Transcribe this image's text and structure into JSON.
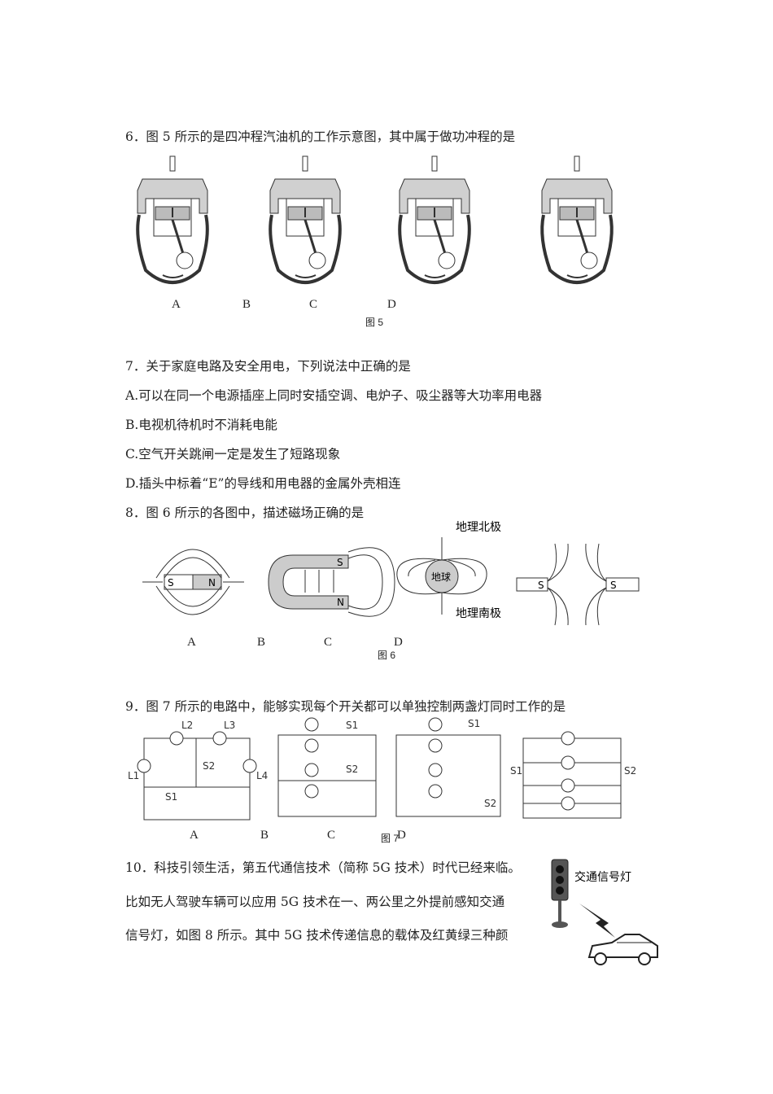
{
  "q6": {
    "stem": "6．图 5 所示的是四冲程汽油机的工作示意图，其中属于做功冲程的是",
    "labels": [
      "A",
      "B",
      "C",
      "D"
    ],
    "caption": "图 5"
  },
  "q7": {
    "stem": "7．关于家庭电路及安全用电，下列说法中正确的是",
    "options": [
      "A.可以在同一个电源插座上同时安插空调、电炉子、吸尘器等大功率用电器",
      "B.电视机待机时不消耗电能",
      "C.空气开关跳闸一定是发生了短路现象",
      "D.插头中标着“E”的导线和用电器的金属外壳相连"
    ]
  },
  "q8": {
    "stem": "8．图 6 所示的各图中，描述磁场正确的是",
    "labels": [
      "A",
      "B",
      "C",
      "D"
    ],
    "caption": "图 6",
    "fig": {
      "pole_s": "S",
      "pole_n": "N",
      "earth": "地球",
      "north": "地理北极",
      "south": "地理南极"
    }
  },
  "q9": {
    "stem": "9．图 7 所示的电路中，能够实现每个开关都可以单独控制两盏灯同时工作的是",
    "labels": [
      "A",
      "B",
      "C",
      "D"
    ],
    "caption": "图 7",
    "fig": {
      "L1": "L1",
      "L2": "L2",
      "L3": "L3",
      "L4": "L4",
      "S1": "S1",
      "S2": "S2"
    }
  },
  "q10": {
    "lines": [
      "10．科技引领生活，第五代通信技术（简称 5G 技术）时代已经来临。",
      "比如无人驾驶车辆可以应用 5G 技术在一、两公里之外提前感知交通",
      "信号灯，如图 8 所示。其中 5G 技术传递信息的载体及红黄绿三种颜"
    ],
    "fig_label": "交通信号灯"
  }
}
